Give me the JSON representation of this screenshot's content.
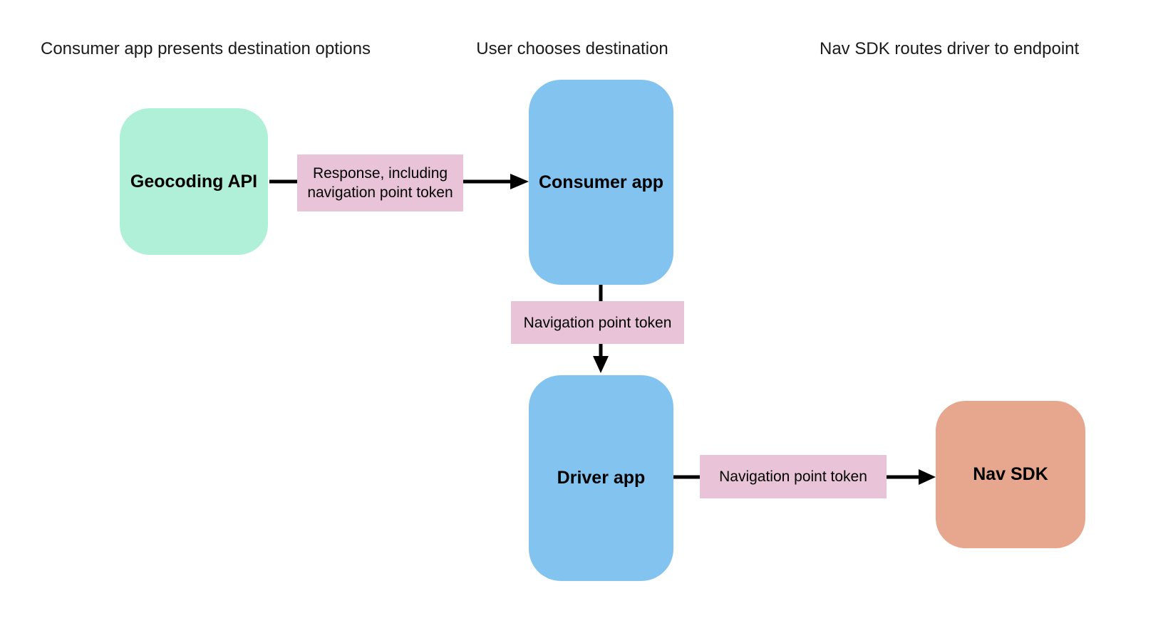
{
  "headers": {
    "step1": "Consumer app presents destination options",
    "step2": "User chooses destination",
    "step3": "Nav SDK routes driver to endpoint"
  },
  "nodes": {
    "geocoding_api": {
      "label": "Geocoding API",
      "fill": "#b0f0d8"
    },
    "consumer_app": {
      "label": "Consumer app",
      "fill": "#82c3f0"
    },
    "driver_app": {
      "label": "Driver app",
      "fill": "#82c3f0"
    },
    "nav_sdk": {
      "label": "Nav SDK",
      "fill": "#e6a78e"
    }
  },
  "edge_labels": {
    "response": {
      "label": "Response, including navigation point token",
      "fill": "#e9c4d9"
    },
    "consumer_to_driver": {
      "label": "Navigation point token",
      "fill": "#e9c4d9"
    },
    "driver_to_nav_sdk": {
      "label": "Navigation point token",
      "fill": "#e9c4d9"
    }
  },
  "colors": {
    "background": "#ffffff",
    "arrow": "#000000",
    "header_text": "#1a1a1a",
    "node_text": "#000000"
  }
}
